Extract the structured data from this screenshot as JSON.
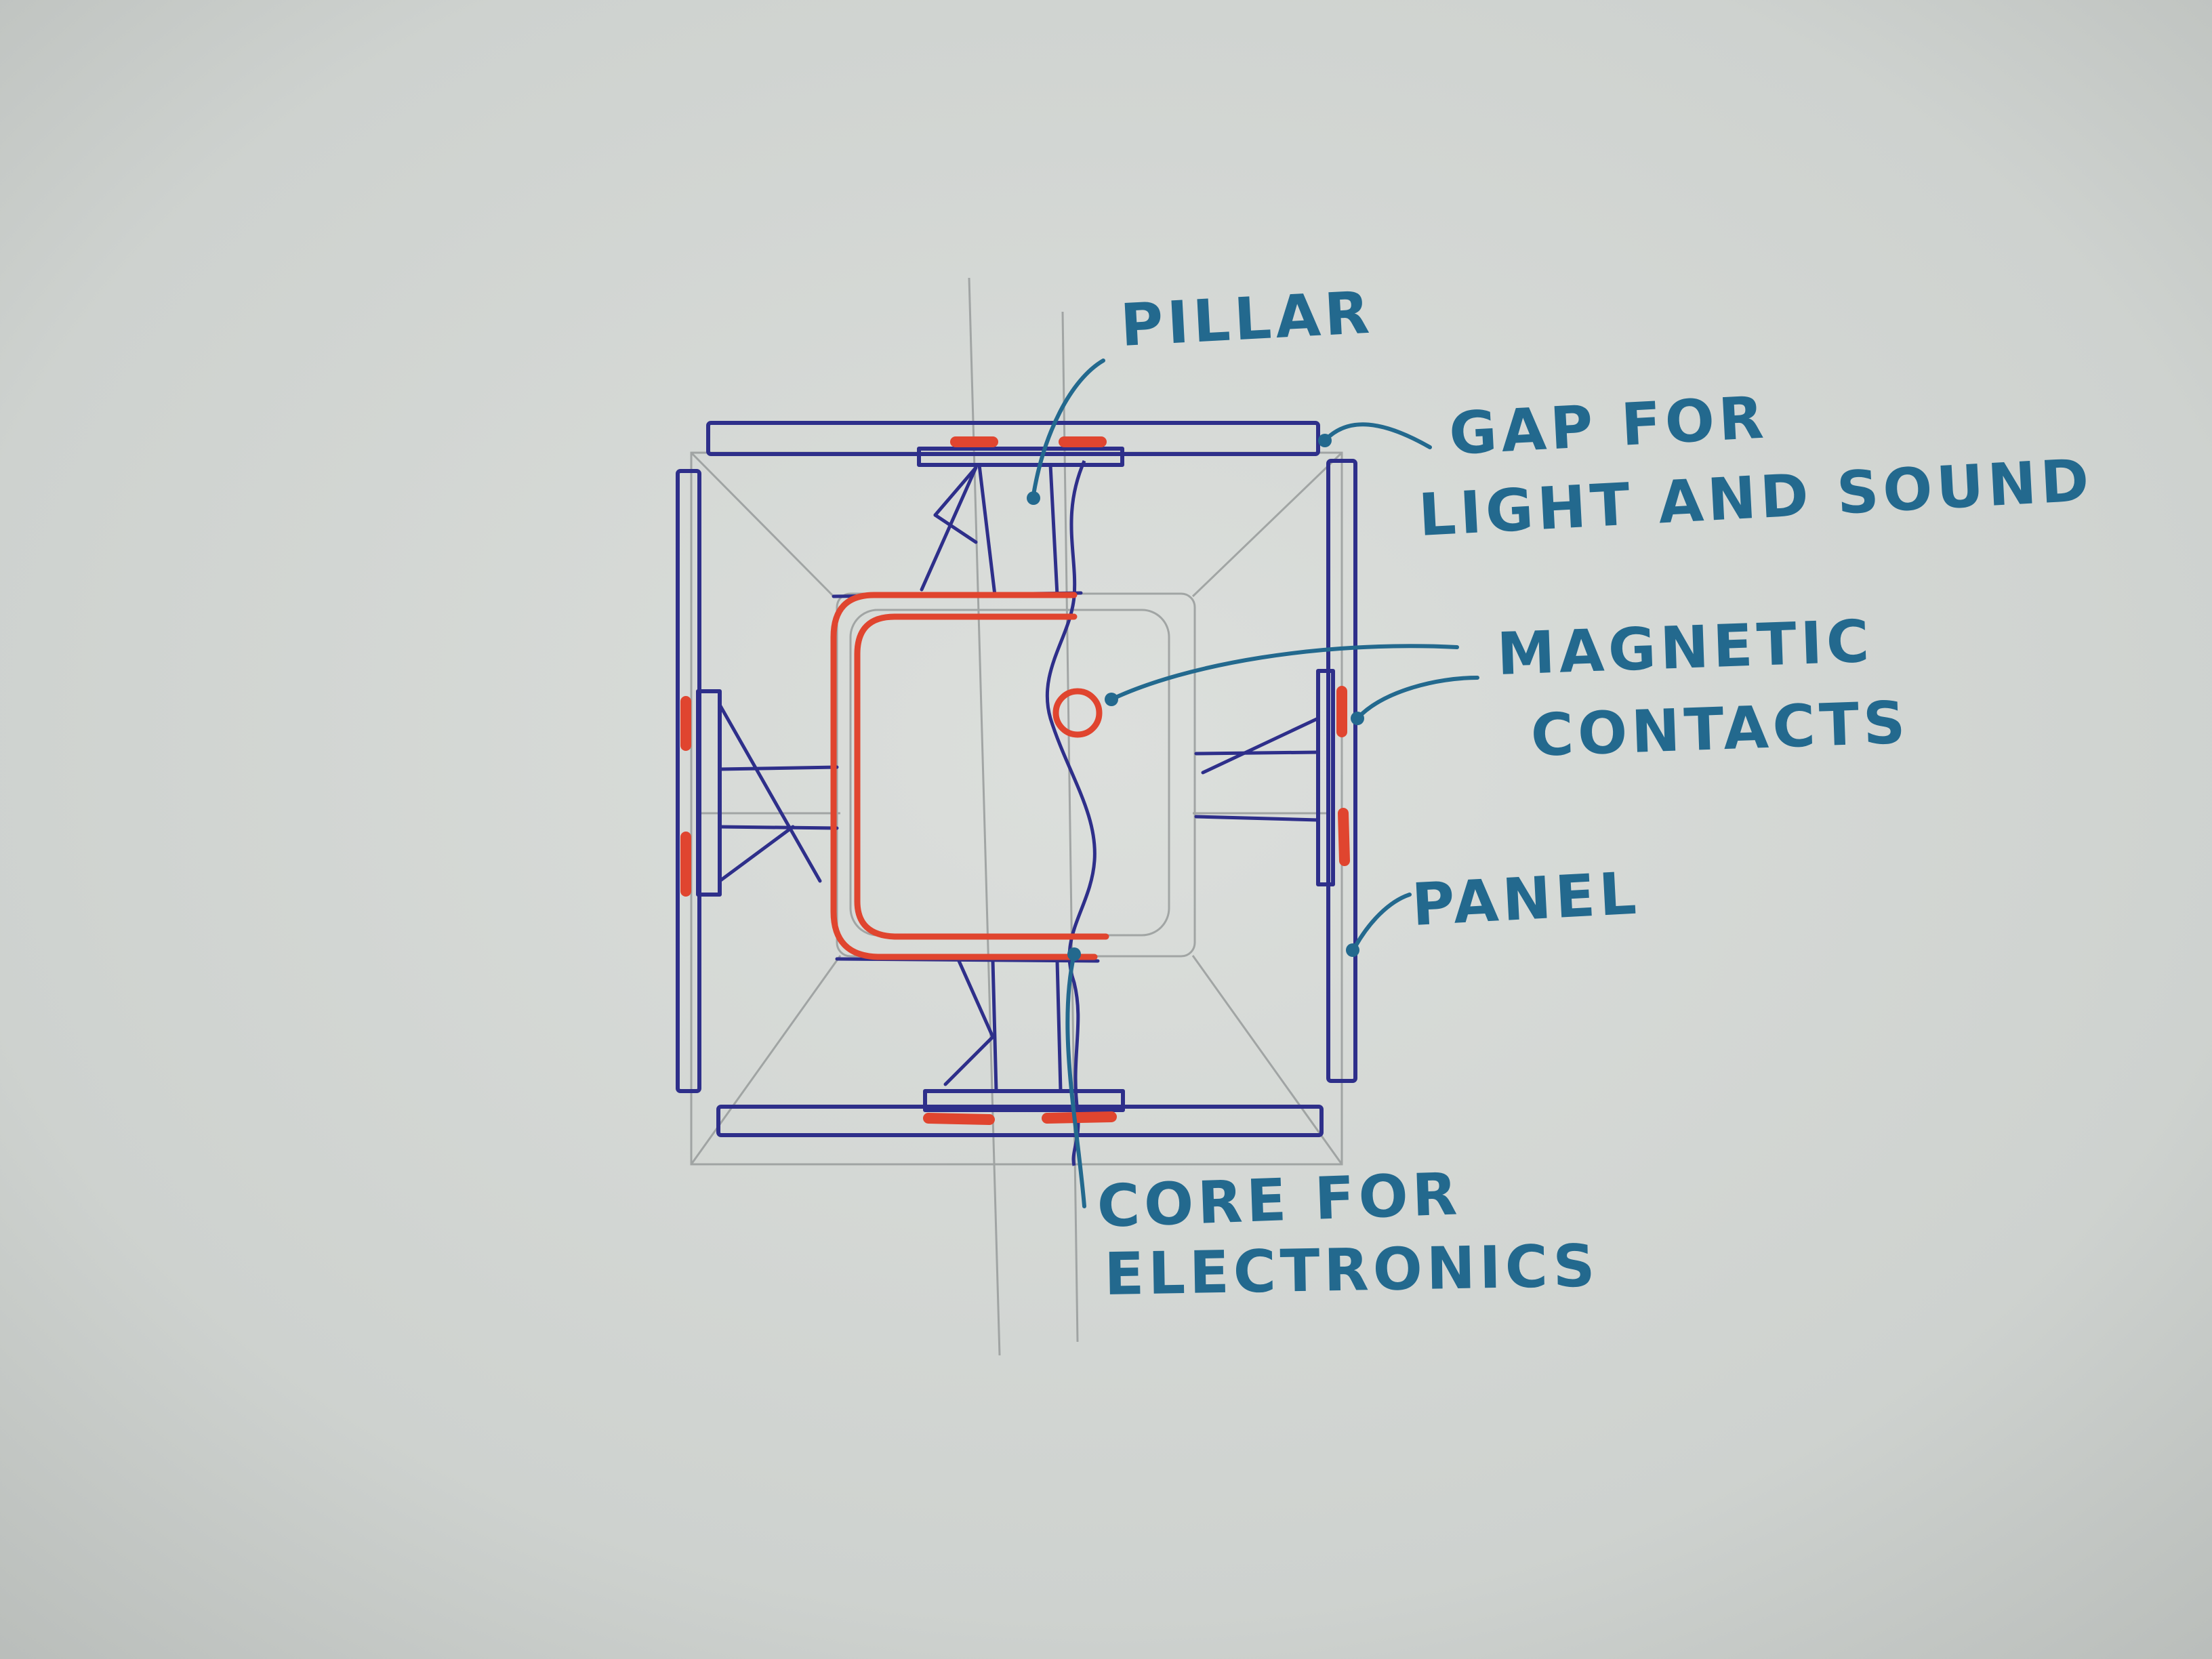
{
  "labels": {
    "pillar": "PILLAR",
    "gap_line1": "GAP FOR",
    "gap_line2": "LIGHT AND SOUND",
    "magnetic_line1": "MAGNETIC",
    "magnetic_line2": "CONTACTS",
    "panel": "PANEL",
    "core_line1": "CORE FOR",
    "core_line2": "ELECTRONICS"
  },
  "colors": {
    "paper": "#d6d9d6",
    "frame_ink": "#2e2f8a",
    "core_ink": "#e0452f",
    "label_ink": "#23698e",
    "pencil": "#8f9393"
  }
}
